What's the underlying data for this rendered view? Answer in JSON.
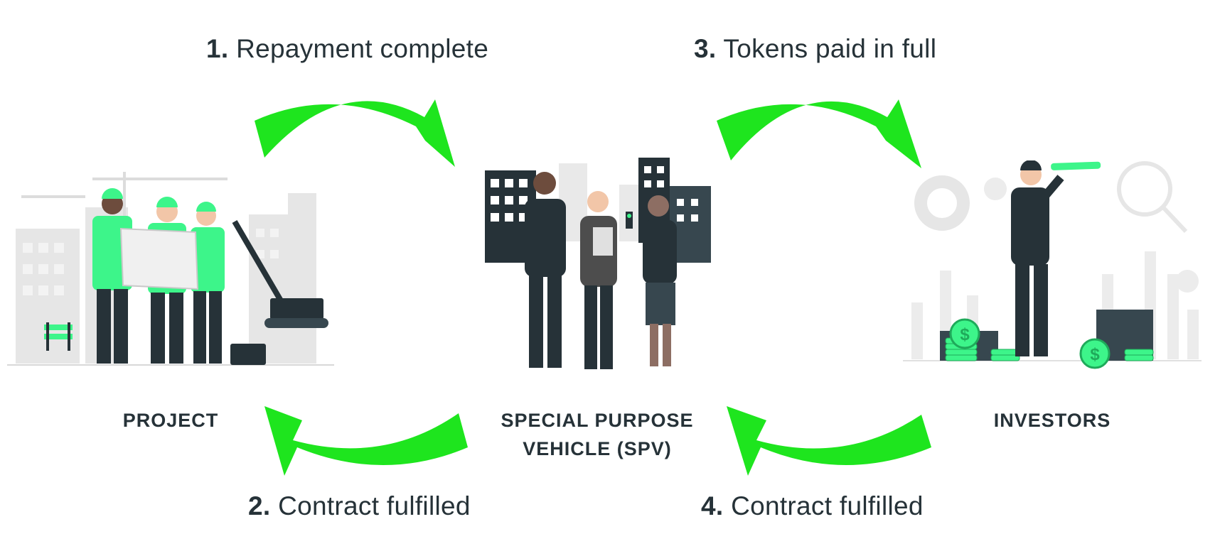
{
  "steps": [
    {
      "number": "1.",
      "text": "Repayment complete"
    },
    {
      "number": "3.",
      "text": "Tokens paid in full"
    },
    {
      "number": "2.",
      "text": "Contract fulfilled"
    },
    {
      "number": "4.",
      "text": "Contract fulfilled"
    }
  ],
  "nodes": {
    "project": "PROJECT",
    "spv_line1": "SPECIAL PURPOSE",
    "spv_line2": "VEHICLE (SPV)",
    "investors": "INVESTORS"
  },
  "colors": {
    "arrow": "#1ee51e",
    "text": "#263238",
    "accent": "#3df58a"
  }
}
